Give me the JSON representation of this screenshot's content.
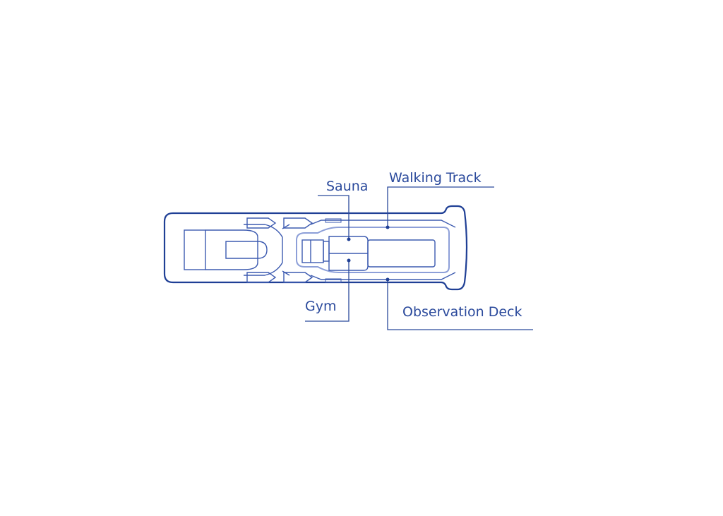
{
  "diagram": {
    "title": "Deck plan",
    "labels": {
      "sauna": "Sauna",
      "walking_track": "Walking Track",
      "gym": "Gym",
      "observation_deck": "Observation Deck"
    },
    "colors": {
      "line": "#1f3f95",
      "track": "#8d9fd8",
      "text": "#2b4a9c"
    }
  }
}
